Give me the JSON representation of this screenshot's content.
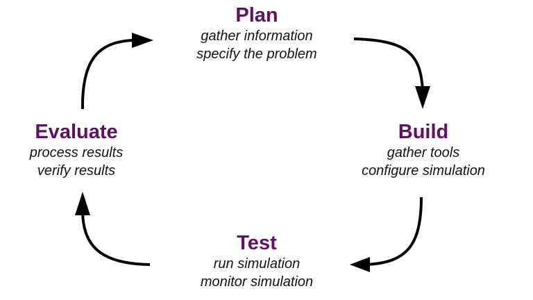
{
  "stages": {
    "plan": {
      "title": "Plan",
      "lines": [
        "gather information",
        "specify the problem"
      ]
    },
    "build": {
      "title": "Build",
      "lines": [
        "gather tools",
        "configure simulation"
      ]
    },
    "test": {
      "title": "Test",
      "lines": [
        "run simulation",
        "monitor simulation"
      ]
    },
    "evaluate": {
      "title": "Evaluate",
      "lines": [
        "process results",
        "verify results"
      ]
    }
  },
  "colors": {
    "title": "#5e1162",
    "text": "#111111",
    "arrow": "#000000"
  }
}
